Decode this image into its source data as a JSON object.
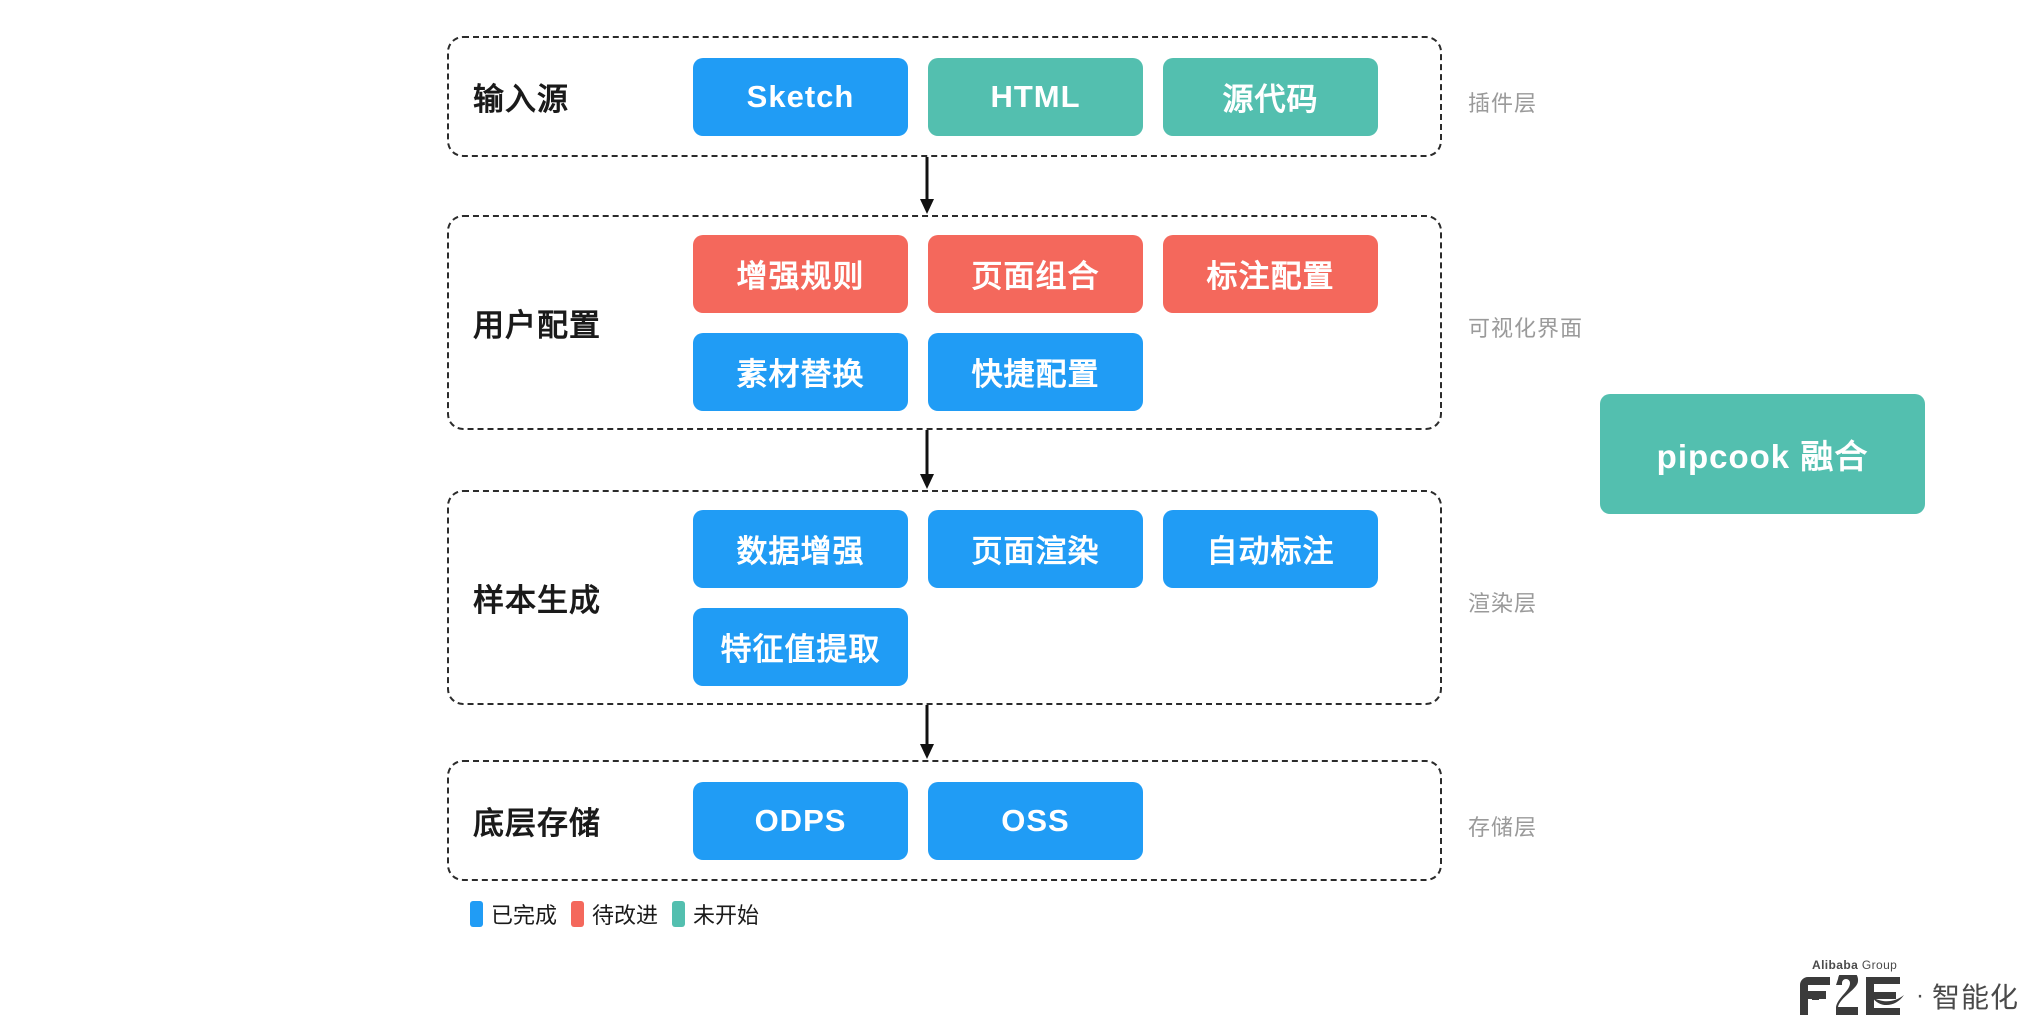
{
  "colors": {
    "blue": "#209cf5",
    "red": "#f4685c",
    "teal": "#53bfaf",
    "border": "#2b2b2b",
    "side_label": "#9a9a9a"
  },
  "layers": [
    {
      "key": "input",
      "title": "输入源",
      "side_label": "插件层",
      "chips": [
        {
          "label": "Sketch",
          "status": "blue"
        },
        {
          "label": "HTML",
          "status": "teal"
        },
        {
          "label": "源代码",
          "status": "teal"
        }
      ]
    },
    {
      "key": "config",
      "title": "用户配置",
      "side_label": "可视化界面",
      "chips": [
        {
          "label": "增强规则",
          "status": "red"
        },
        {
          "label": "页面组合",
          "status": "red"
        },
        {
          "label": "标注配置",
          "status": "red"
        },
        {
          "label": "素材替换",
          "status": "blue"
        },
        {
          "label": "快捷配置",
          "status": "blue"
        }
      ]
    },
    {
      "key": "sample",
      "title": "样本生成",
      "side_label": "渲染层",
      "chips": [
        {
          "label": "数据增强",
          "status": "blue"
        },
        {
          "label": "页面渲染",
          "status": "blue"
        },
        {
          "label": "自动标注",
          "status": "blue"
        },
        {
          "label": "特征值提取",
          "status": "blue"
        }
      ]
    },
    {
      "key": "storage",
      "title": "底层存储",
      "side_label": "存储层",
      "chips": [
        {
          "label": "ODPS",
          "status": "blue"
        },
        {
          "label": "OSS",
          "status": "blue"
        }
      ]
    }
  ],
  "pipcook": {
    "label": "pipcook 融合"
  },
  "legend": {
    "items": [
      {
        "label": "已完成",
        "color": "#209cf5"
      },
      {
        "label": "待改进",
        "color": "#f4685c"
      },
      {
        "label": "未开始",
        "color": "#53bfaf"
      }
    ]
  },
  "brand": {
    "group_strong": "Alibaba",
    "group_light": " Group",
    "logo_text": "F2E",
    "separator": "·",
    "suffix": "智能化"
  }
}
